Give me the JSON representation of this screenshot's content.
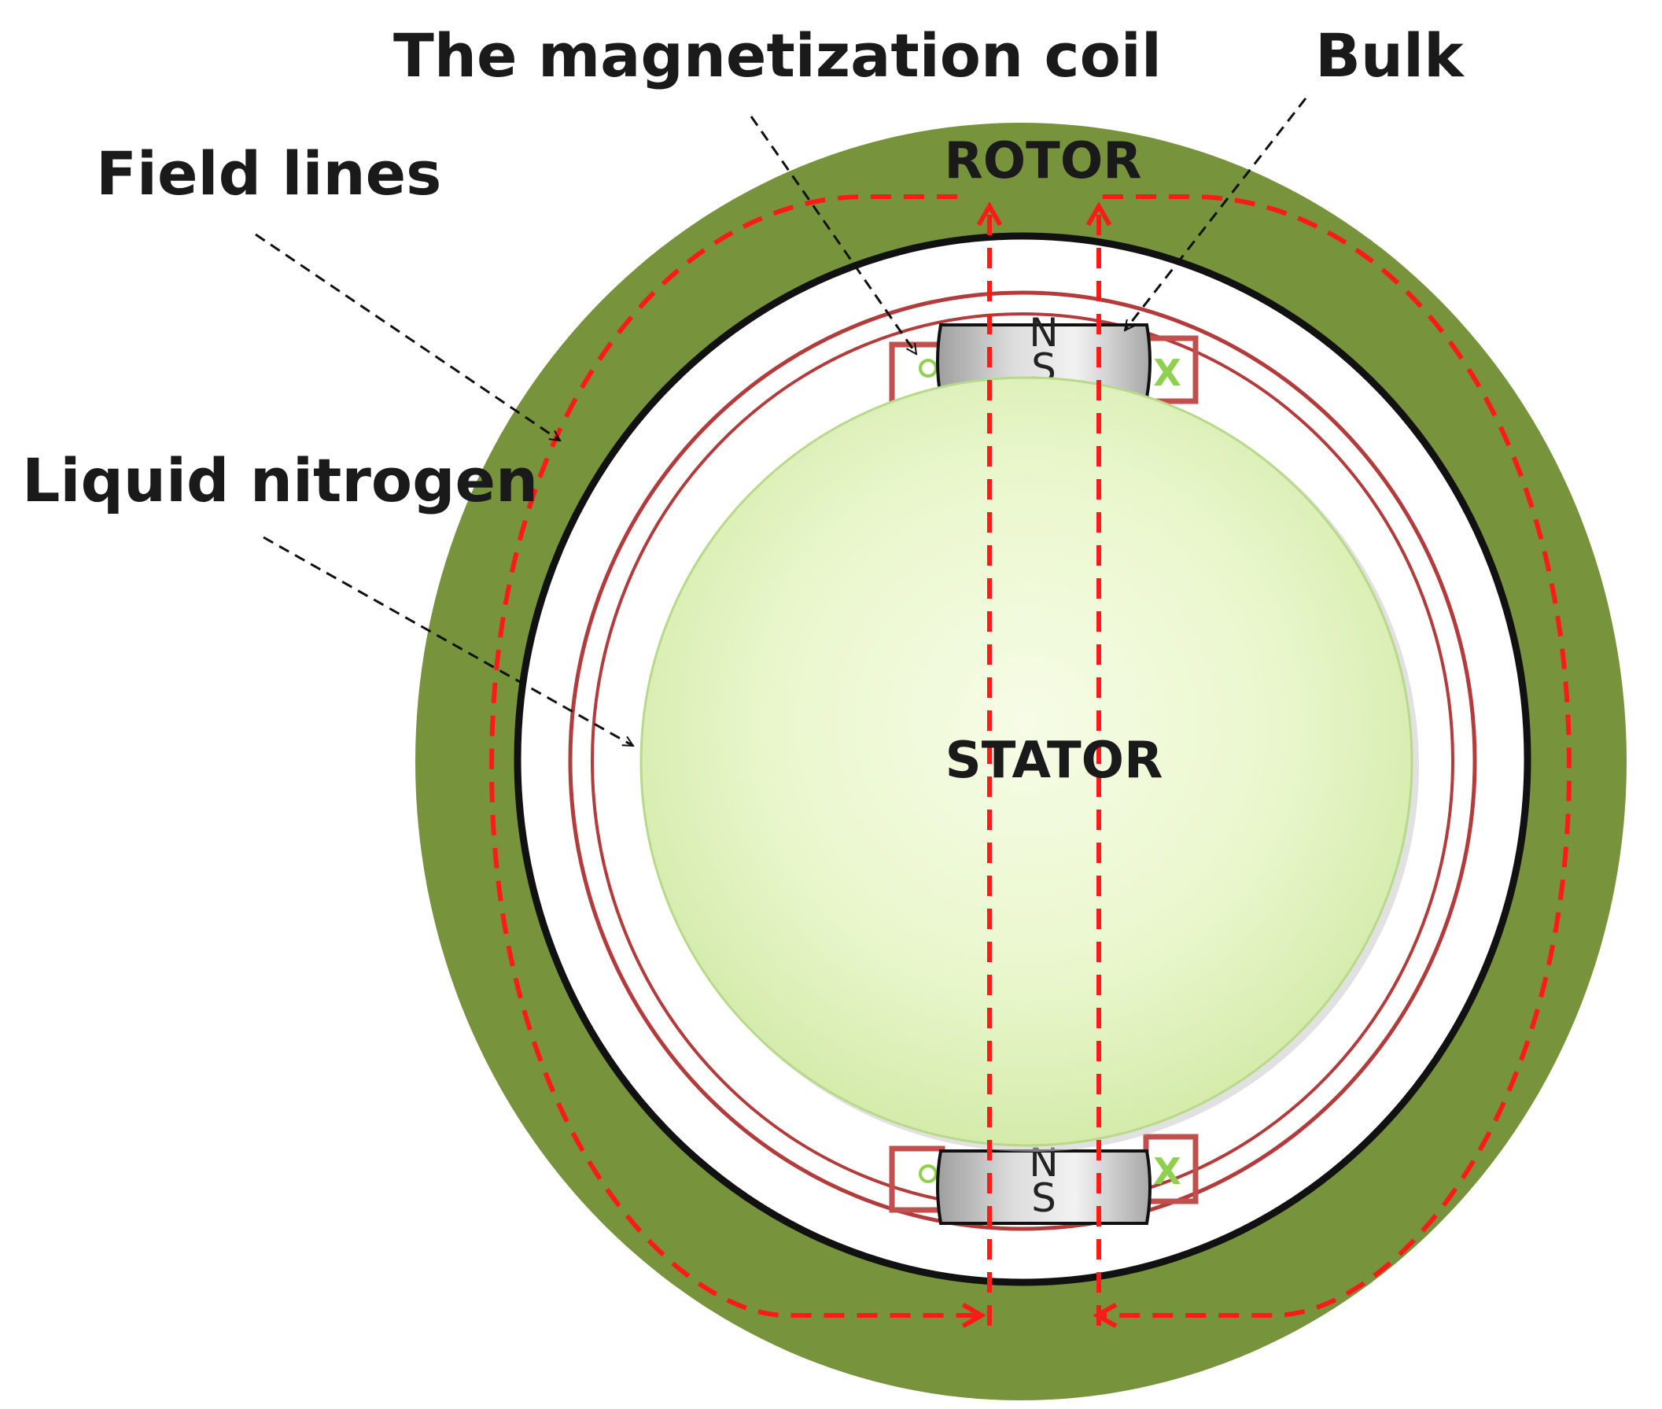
{
  "labels": {
    "coil": "The magnetization coil",
    "bulk": "Bulk",
    "field_lines": "Field lines",
    "liquid_nitrogen": "Liquid nitrogen",
    "rotor": "ROTOR",
    "stator": "STATOR"
  },
  "poles": {
    "top": {
      "north": "N",
      "south": "S"
    },
    "bottom": {
      "north": "N",
      "south": "S"
    }
  },
  "coil_marks": {
    "dot": "o",
    "cross": "X"
  },
  "colors": {
    "rotor": "#77933c",
    "stator_center": "#f4fbe2",
    "stator_edge": "#cfe8a5",
    "field_lines": "#ff1a1a",
    "coil_outline": "#c0504d",
    "cryostat_ring": "#b23b3b",
    "bulk": "#cfcfcf"
  }
}
